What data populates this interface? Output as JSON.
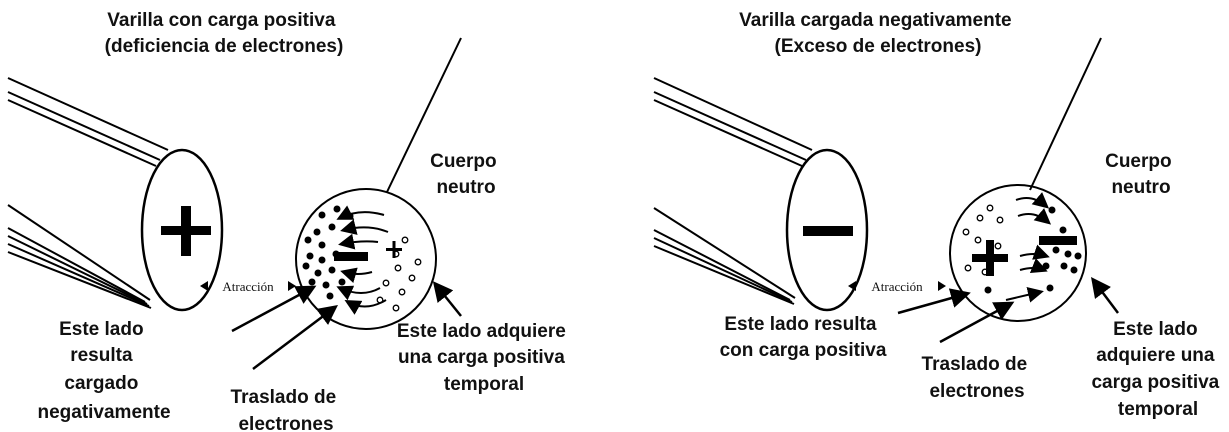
{
  "left": {
    "rod_title": [
      "Varilla con carga positiva",
      "(deficiencia de electrones)"
    ],
    "body_label": [
      "Cuerpo",
      "neutro"
    ],
    "attraction": "Atracción",
    "near_side": [
      "Este lado",
      "resulta",
      "cargado",
      "negativamente"
    ],
    "transfer": [
      "Traslado de",
      "electrones"
    ],
    "far_side": [
      "Este lado adquiere",
      "una carga positiva",
      "temporal"
    ]
  },
  "right": {
    "rod_title": [
      "Varilla cargada negativamente",
      "(Exceso de electrones)"
    ],
    "body_label": [
      "Cuerpo",
      "neutro"
    ],
    "attraction": "Atracción",
    "near_side": [
      "Este lado resulta",
      "con carga positiva"
    ],
    "transfer": [
      "Traslado de",
      "electrones"
    ],
    "far_side": [
      "Este lado",
      "adquiere una",
      "carga positiva",
      "temporal"
    ]
  },
  "colors": {
    "ink": "#000000",
    "background": "#ffffff"
  }
}
